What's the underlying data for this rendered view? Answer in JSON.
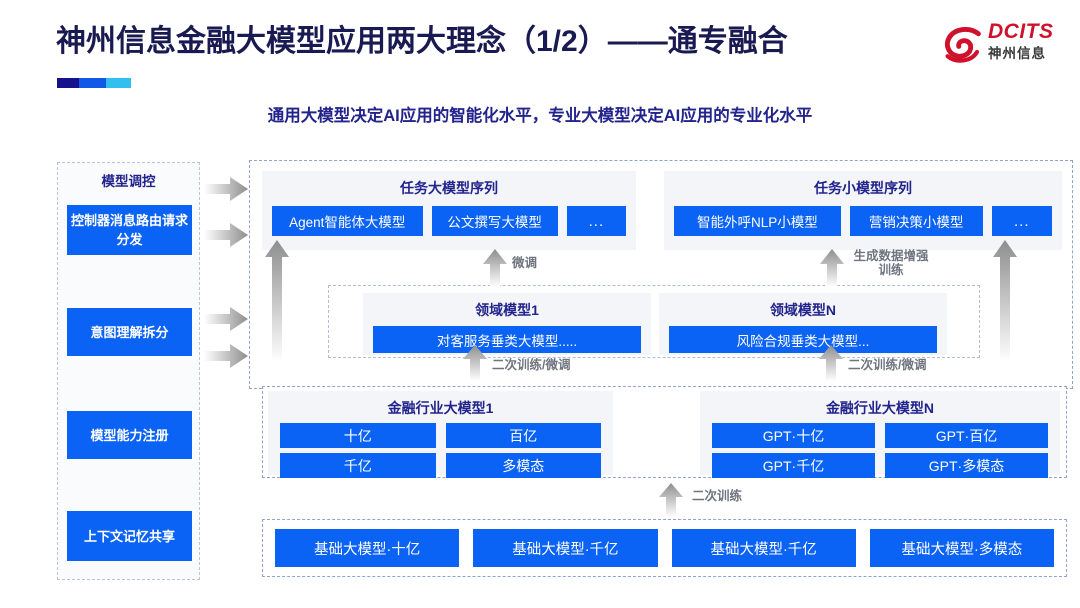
{
  "header": {
    "title": "神州信息金融大模型应用两大理念（1/2）——通专融合",
    "subtitle": "通用大模型决定AI应用的智能化水平，专业大模型决定AI应用的专业化水平",
    "logo": {
      "en": "DCITS",
      "cn": "神州信息",
      "accent": "#d0112b"
    }
  },
  "colors": {
    "primary_blue": "#0b63f6",
    "title_navy": "#1a1a52",
    "subtitle_navy": "#23238c",
    "card_gray": "#f3f5f9",
    "dashed_border": "#8fa4cf"
  },
  "control_panel": {
    "title": "模型调控",
    "items": [
      {
        "label": "控制器消息路由请求分发"
      },
      {
        "label": "意图理解拆分"
      },
      {
        "label": "模型能力注册"
      },
      {
        "label": "上下文记忆共享"
      }
    ]
  },
  "task_sequences": [
    {
      "title": "任务大模型序列",
      "chips": [
        "Agent智能体大模型",
        "公文撰写大模型",
        "..."
      ]
    },
    {
      "title": "任务小模型序列",
      "chips": [
        "智能外呼NLP小模型",
        "营销决策小模型",
        "..."
      ]
    }
  ],
  "domain_models": [
    {
      "title": "领域模型1",
      "chip": "对客服务垂类大模型....."
    },
    {
      "title": "领域模型N",
      "chip": "风险合规垂类大模型..."
    }
  ],
  "industry_models": [
    {
      "title": "金融行业大模型1",
      "cells": [
        "十亿",
        "百亿",
        "千亿",
        "多模态"
      ]
    },
    {
      "title": "金融行业大模型N",
      "cells": [
        "GPT·十亿",
        "GPT·百亿",
        "GPT·千亿",
        "GPT·多模态"
      ]
    }
  ],
  "foundation_models": {
    "cells": [
      "基础大模型·十亿",
      "基础大模型·千亿",
      "基础大模型·千亿",
      "基础大模型·多模态"
    ]
  },
  "arrow_labels": {
    "fine_tune": "微调",
    "data_augment": "生成数据增强训练",
    "retrain_1": "二次训练/微调",
    "retrain_n": "二次训练/微调",
    "secondary_train": "二次训练"
  }
}
